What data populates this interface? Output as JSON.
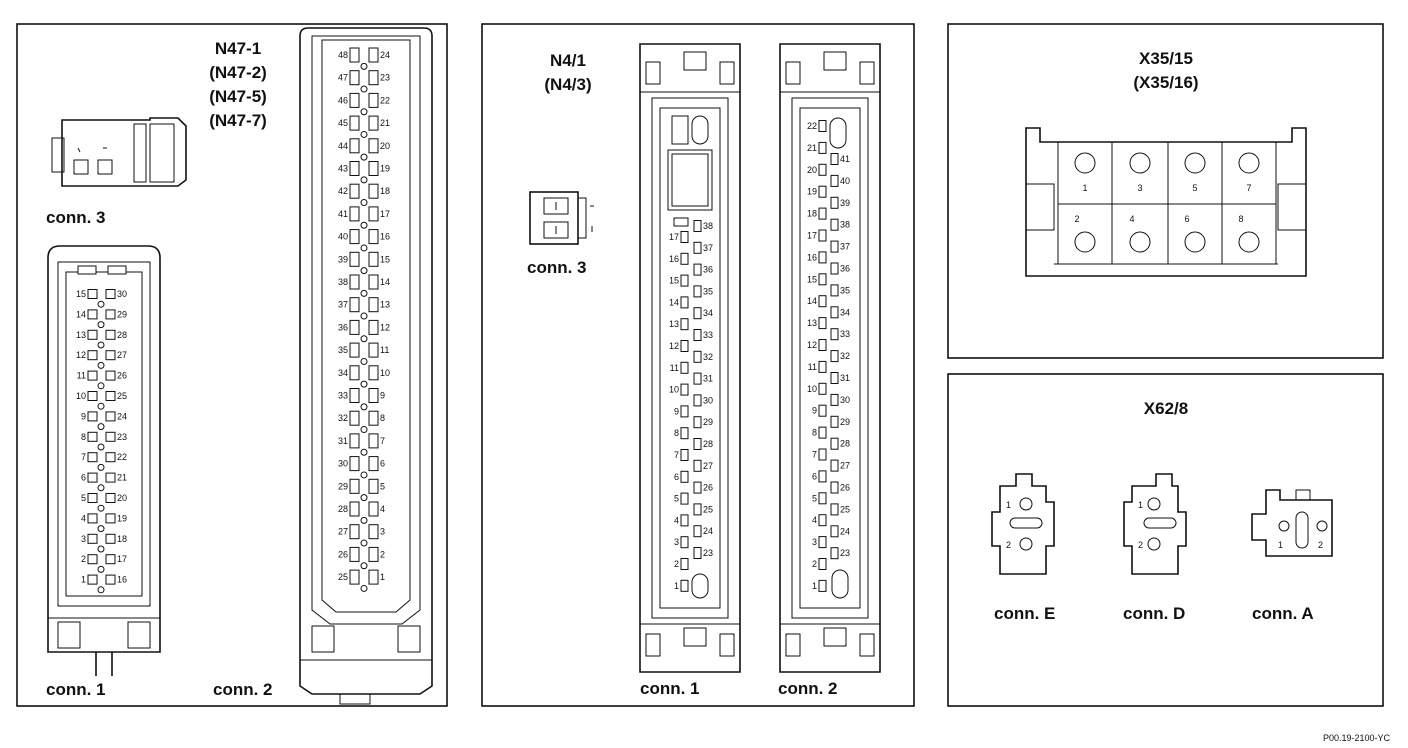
{
  "panel1": {
    "model_lines": [
      "N47-1",
      "(N47-2)",
      "(N47-5)",
      "(N47-7)"
    ],
    "conn3_label": "conn. 3",
    "conn1_label": "conn. 1",
    "conn2_label": "conn. 2",
    "conn1_pins_left": [
      "15",
      "14",
      "13",
      "12",
      "11",
      "10",
      "9",
      "8",
      "7",
      "6",
      "5",
      "4",
      "3",
      "2",
      "1"
    ],
    "conn1_pins_right": [
      "30",
      "29",
      "28",
      "27",
      "26",
      "25",
      "24",
      "23",
      "22",
      "21",
      "20",
      "19",
      "18",
      "17",
      "16"
    ],
    "conn2_pins_left": [
      "48",
      "47",
      "46",
      "45",
      "44",
      "43",
      "42",
      "41",
      "40",
      "39",
      "38",
      "37",
      "36",
      "35",
      "34",
      "33",
      "32",
      "31",
      "30",
      "29",
      "28",
      "27",
      "26",
      "25"
    ],
    "conn2_pins_right": [
      "24",
      "23",
      "22",
      "21",
      "20",
      "19",
      "18",
      "17",
      "16",
      "15",
      "14",
      "13",
      "12",
      "11",
      "10",
      "9",
      "8",
      "7",
      "6",
      "5",
      "4",
      "3",
      "2",
      "1"
    ]
  },
  "panel2": {
    "model_lines": [
      "N4/1",
      "(N4/3)"
    ],
    "conn3_label": "conn. 3",
    "conn1_label": "conn. 1",
    "conn2_label": "conn. 2",
    "conn1_pins_left": [
      "17",
      "16",
      "15",
      "14",
      "13",
      "12",
      "11",
      "10",
      "9",
      "8",
      "7",
      "6",
      "5",
      "4",
      "3",
      "2",
      "1"
    ],
    "conn1_pins_right": [
      "38",
      "37",
      "36",
      "35",
      "34",
      "33",
      "32",
      "31",
      "30",
      "29",
      "28",
      "27",
      "26",
      "25",
      "24",
      "23"
    ],
    "conn2_pins_left": [
      "22",
      "21",
      "20",
      "19",
      "18",
      "17",
      "16",
      "15",
      "14",
      "13",
      "12",
      "11",
      "10",
      "9",
      "8",
      "7",
      "6",
      "5",
      "4",
      "3",
      "2",
      "1"
    ],
    "conn2_pins_right": [
      "41",
      "40",
      "39",
      "38",
      "37",
      "36",
      "35",
      "34",
      "33",
      "32",
      "31",
      "30",
      "29",
      "28",
      "27",
      "26",
      "25",
      "24",
      "23"
    ]
  },
  "panel3": {
    "model_lines": [
      "X35/15",
      "(X35/16)"
    ],
    "pins_top": [
      "1",
      "3",
      "5",
      "7"
    ],
    "pins_bottom": [
      "2",
      "4",
      "6",
      "8"
    ]
  },
  "panel4": {
    "title": "X62/8",
    "connE_label": "conn. E",
    "connD_label": "conn. D",
    "connA_label": "conn. A",
    "connE_pins": [
      "1",
      "2"
    ],
    "connD_pins": [
      "1",
      "2"
    ],
    "connA_pins": [
      "1",
      "2"
    ]
  },
  "figure_code": "P00.19-2100-YC"
}
